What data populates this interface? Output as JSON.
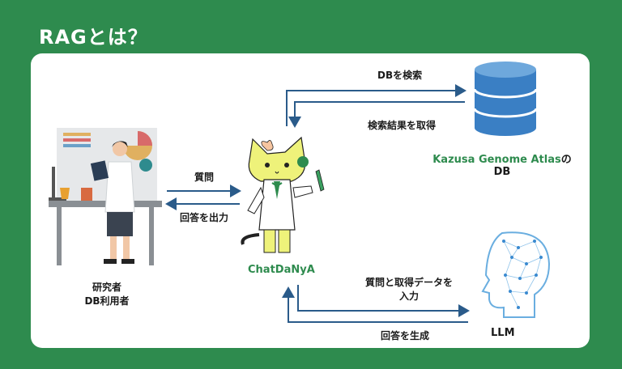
{
  "page": {
    "title": "RAGとは？"
  },
  "labels": {
    "user_line1": "研究者",
    "user_line2": "DB利用者",
    "question": "質問",
    "answer_out": "回答を出力",
    "chatdanya": "ChatDaNyA",
    "db_search": "DBを検索",
    "get_results": "検索結果を取得",
    "kazusa": "Kazusa Genome Atlas",
    "kazusa_no": "の",
    "db": "DB",
    "input_line1": "質問と取得データを",
    "input_line2": "入力",
    "generate": "回答を生成",
    "llm": "LLM"
  },
  "colors": {
    "background": "#2e8b4e",
    "arrow": "#2a5b8a",
    "brand_green": "#2e8b4e",
    "db_blue": "#3a7fc4"
  }
}
